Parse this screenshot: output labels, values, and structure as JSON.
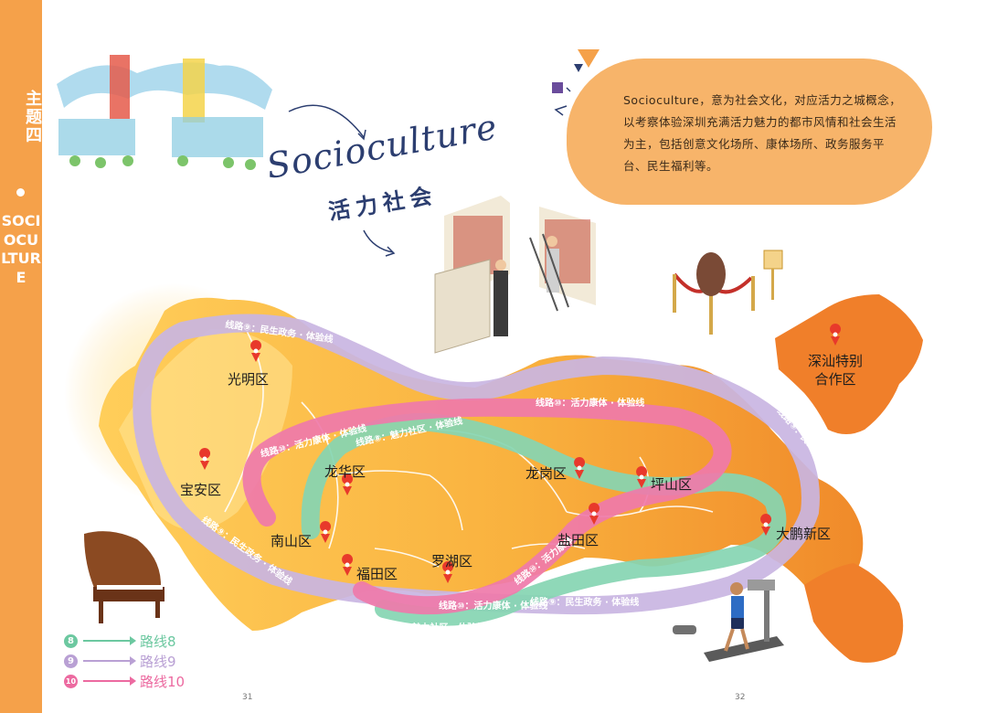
{
  "sidebar": {
    "theme": "主题四",
    "word": "SOCIOCULTURE"
  },
  "title": {
    "english": "Socioculture",
    "chinese": "活力社会"
  },
  "bubble": {
    "text": "Socioculture，意为社会文化，对应活力之城概念，以考察体验深圳充满活力魅力的都市风情和社会生活为主，包括创意文化场所、康体场所、政务服务平台、民生福利等。"
  },
  "districts": {
    "guangming": "光明区",
    "baoan": "宝安区",
    "longhua": "龙华区",
    "nanshan": "南山区",
    "futian": "福田区",
    "luohu": "罗湖区",
    "longgang": "龙岗区",
    "pingshan": "坪山区",
    "yantian": "盐田区",
    "dapeng": "大鹏新区",
    "shenshan_line1": "深汕特别",
    "shenshan_line2": "合作区"
  },
  "routes": [
    {
      "num": "8",
      "label": "路线8",
      "color": "#6cc8a0",
      "banner": "线路⑧：魅力社区 · 体验线"
    },
    {
      "num": "9",
      "label": "路线9",
      "color": "#b9a0d4",
      "banner": "线路⑨：民生政务 · 体验线"
    },
    {
      "num": "10",
      "label": "路线10",
      "color": "#ec6aa0",
      "banner": "线路⑩：活力康体 · 体验线"
    }
  ],
  "pages": {
    "left": "31",
    "right": "32"
  },
  "colors": {
    "accent": "#f5a14a",
    "route8": "#6cc8a0",
    "route9": "#b9a0d4",
    "route10": "#ec6aa0",
    "title": "#2c3e70"
  },
  "icons": [
    "location-pin-icon",
    "piano-icon",
    "treadmill-icon",
    "bookshelf-icon",
    "museum-rope-icon",
    "city-gate-icon"
  ]
}
